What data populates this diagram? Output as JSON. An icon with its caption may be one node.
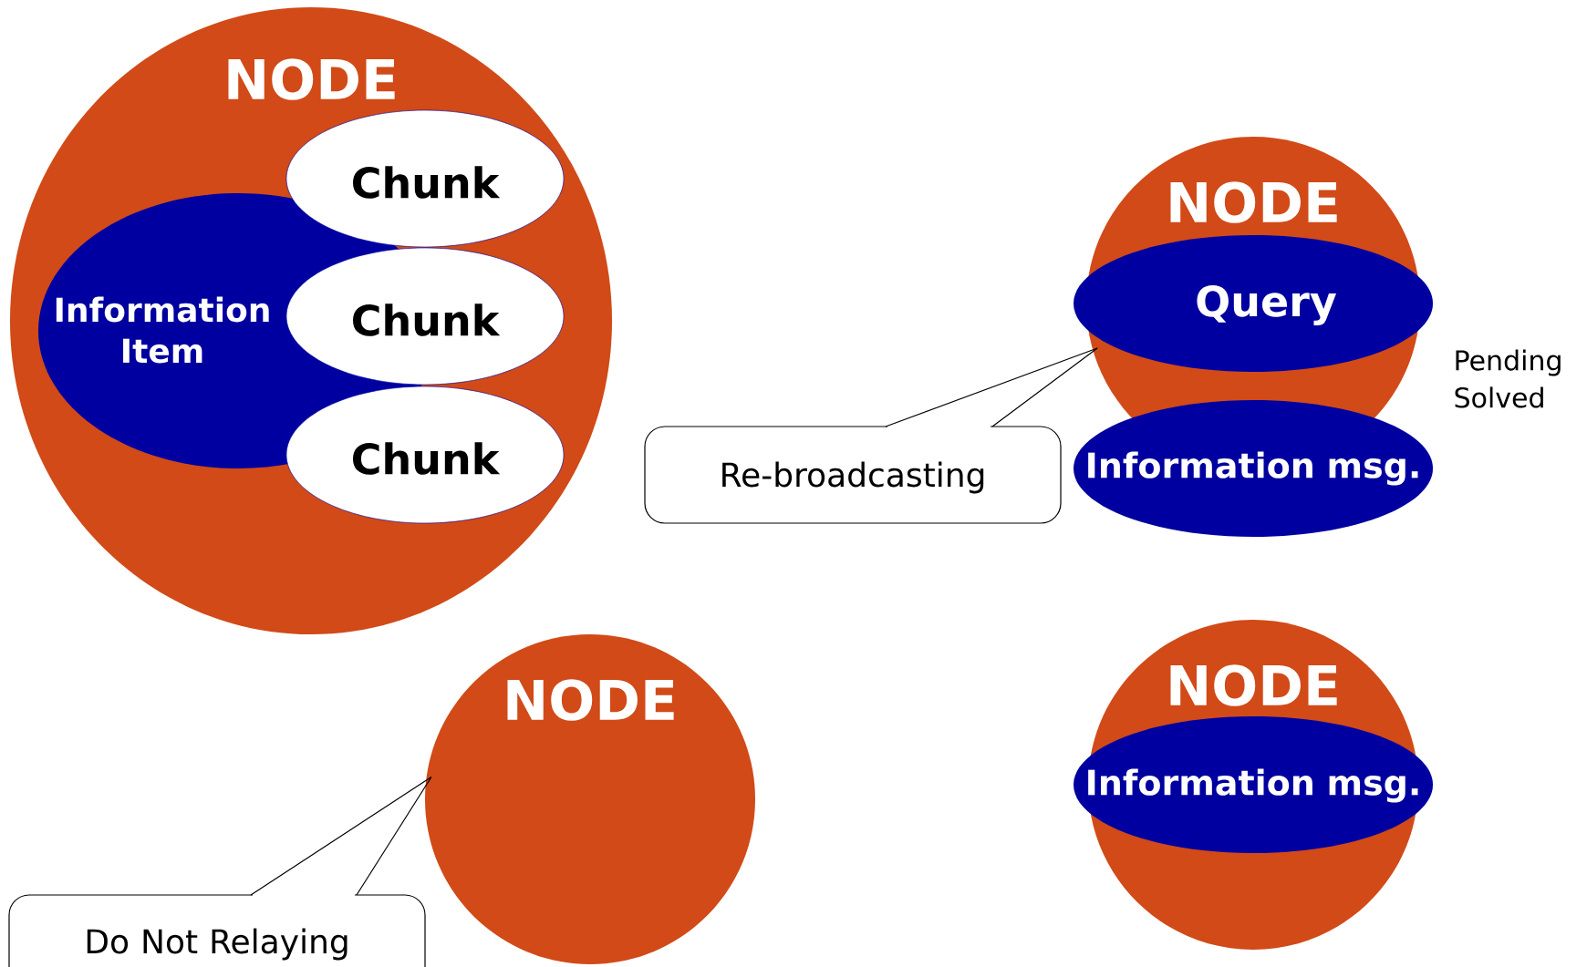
{
  "diagram": {
    "nodes": [
      {
        "text": [
          "NODE"
        ]
      },
      {
        "text": [
          "Information Item"
        ],
        "in": 0
      },
      {
        "text": [
          "Chunk"
        ],
        "in": 0
      },
      {
        "text": [
          "Chunk"
        ],
        "in": 0
      },
      {
        "text": [
          "Chunk"
        ],
        "in": 0
      },
      {
        "text": [
          "NODE"
        ]
      },
      {
        "text": [
          "Query"
        ]
      },
      {
        "text": [
          "Information msg."
        ]
      },
      {
        "text": [
          "Re-broadcasting"
        ]
      },
      {
        "text": [
          "NODE"
        ]
      },
      {
        "text": [
          "Do Not Relaying"
        ]
      },
      {
        "text": [
          "NODE"
        ]
      },
      {
        "text": [
          "Information msg."
        ]
      }
    ],
    "edges": [
      {
        "from": 8,
        "to": 5,
        "arrow": "none"
      },
      {
        "from": 10,
        "to": 9,
        "arrow": "none"
      }
    ],
    "labels": [
      "Pending",
      "Solved"
    ]
  }
}
